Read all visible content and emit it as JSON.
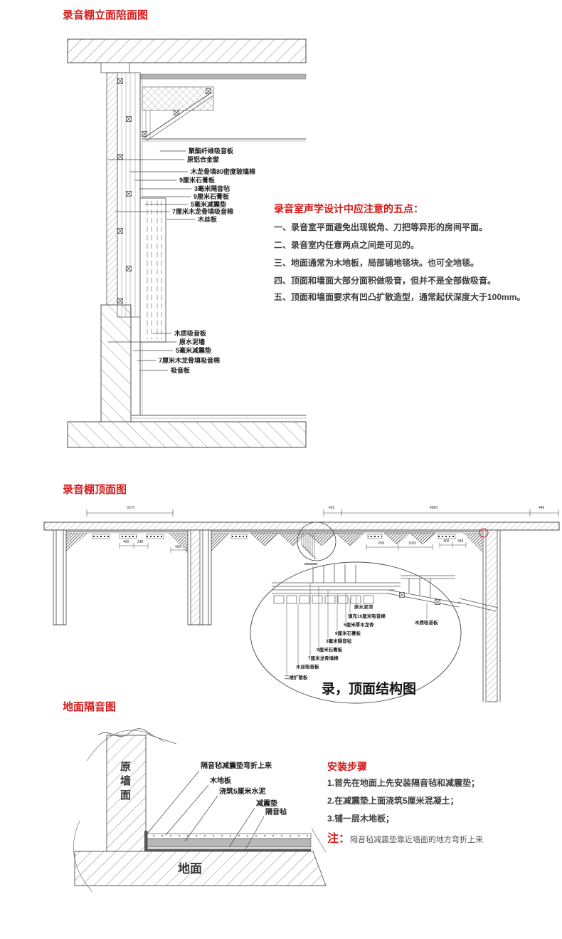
{
  "page": {
    "bg": "#ffffff",
    "accent_red": "#d41a1a",
    "ink": "#3d3d3d"
  },
  "section1": {
    "title": "录音棚立面陪面图",
    "upper_labels": [
      "聚酯纤维吸音板",
      "原铝合金窗",
      "木龙骨填80密度玻璃棉",
      "9厘米石膏板",
      "3毫米隔音毡",
      "9厘米石膏板",
      "5毫米减震垫",
      "7厘米木龙骨填吸音棉",
      "木丝板"
    ],
    "lower_labels": [
      "木质吸音板",
      "原水泥墙",
      "5毫米减震垫",
      "7厘米木龙骨填吸音棉",
      "吸音板"
    ],
    "notes": {
      "heading": "录音室声学设计中应注意的五点：",
      "items": [
        "一、录音室平面避免出现锐角、刀把等异形的房间平面。",
        "二、录音室内任意两点之间是可见的。",
        "三、地面通常为木地板，局部铺地毯块。也可全地毯。",
        "四、顶面和墙面大部分面积做吸音，但并不是全部做吸音。",
        "五、顶面和墙面要求有凹凸扩散造型，通常起伏深度大于100mm。"
      ]
    }
  },
  "section2": {
    "title": "录音棚顶面图",
    "dims_top": [
      "3375",
      "402",
      "4860",
      "448"
    ],
    "dims_inner": [
      "400",
      "348",
      "400",
      "805",
      "1005",
      "400",
      "348"
    ],
    "detail": {
      "caption": "录，顶面结构图",
      "labels": [
        "原水泥顶",
        "填充10厘米吸音棉",
        "5厘米厚木龙骨",
        "9厘米石膏板",
        "3毫米隔音毡",
        "9厘米石膏板",
        "7厘米龙骨填棉",
        "木丝吸音板",
        "二维扩散板"
      ],
      "right_label": "木质吸音板"
    }
  },
  "section3": {
    "title": "地面隔音图",
    "wall_label": "原墙面",
    "floor_label": "地面",
    "labels": [
      "隔音毡减震垫弯折上来",
      "木地板",
      "浇筑5厘米水泥",
      "减震垫",
      "隔音毡"
    ],
    "steps": {
      "heading": "安装步骤",
      "items": [
        "1.首先在地面上先安装隔音毡和减震垫；",
        "2.在减震垫上面浇筑5厘米混凝土；",
        "3.铺一层木地板；"
      ],
      "note_label": "注：",
      "note_text": "隔音毡减震垫靠近墙面的地方弯折上来"
    }
  }
}
